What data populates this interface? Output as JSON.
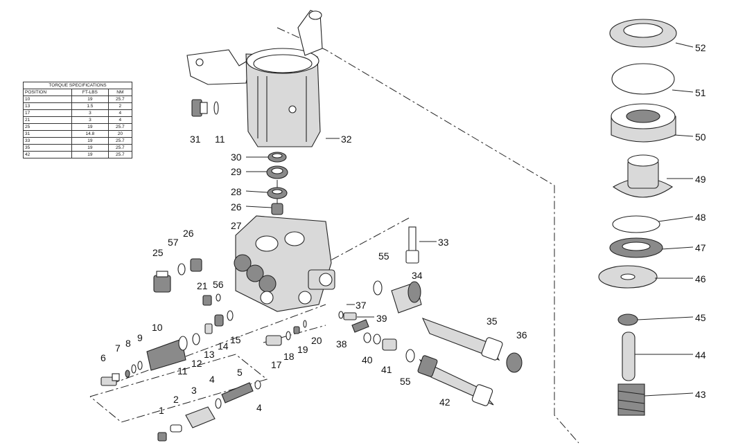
{
  "torque_table": {
    "title": "TORQUE SPECIFICATIONS",
    "headers": [
      "POSITION",
      "FT-LBS",
      "NM"
    ],
    "rows": [
      [
        "10",
        "19",
        "25.7"
      ],
      [
        "13",
        "1.5",
        "2"
      ],
      [
        "17",
        "3",
        "4"
      ],
      [
        "21",
        "3",
        "4"
      ],
      [
        "25",
        "19",
        "25.7"
      ],
      [
        "31",
        "14.8",
        "20"
      ],
      [
        "33",
        "19",
        "25.7"
      ],
      [
        "35",
        "19",
        "25.7"
      ],
      [
        "42",
        "19",
        "25.7"
      ]
    ]
  },
  "callouts": {
    "c1": "1",
    "c2": "2",
    "c3": "3",
    "c4a": "4",
    "c4b": "4",
    "c5": "5",
    "c6": "6",
    "c7": "7",
    "c8": "8",
    "c9": "9",
    "c10": "10",
    "c11a": "11",
    "c11b": "11",
    "c12": "12",
    "c13": "13",
    "c14": "14",
    "c15": "15",
    "c17": "17",
    "c18": "18",
    "c19": "19",
    "c20": "20",
    "c21": "21",
    "c25": "25",
    "c26a": "26",
    "c26b": "26",
    "c27": "27",
    "c28": "28",
    "c29": "29",
    "c30": "30",
    "c31": "31",
    "c32": "32",
    "c33": "33",
    "c34": "34",
    "c35": "35",
    "c36": "36",
    "c37": "37",
    "c38": "38",
    "c39": "39",
    "c40": "40",
    "c41": "41",
    "c42": "42",
    "c43": "43",
    "c44": "44",
    "c45": "45",
    "c46": "46",
    "c47": "47",
    "c48": "48",
    "c49": "49",
    "c50": "50",
    "c51": "51",
    "c52": "52",
    "c55a": "55",
    "c55b": "55",
    "c56": "56",
    "c57": "57"
  }
}
